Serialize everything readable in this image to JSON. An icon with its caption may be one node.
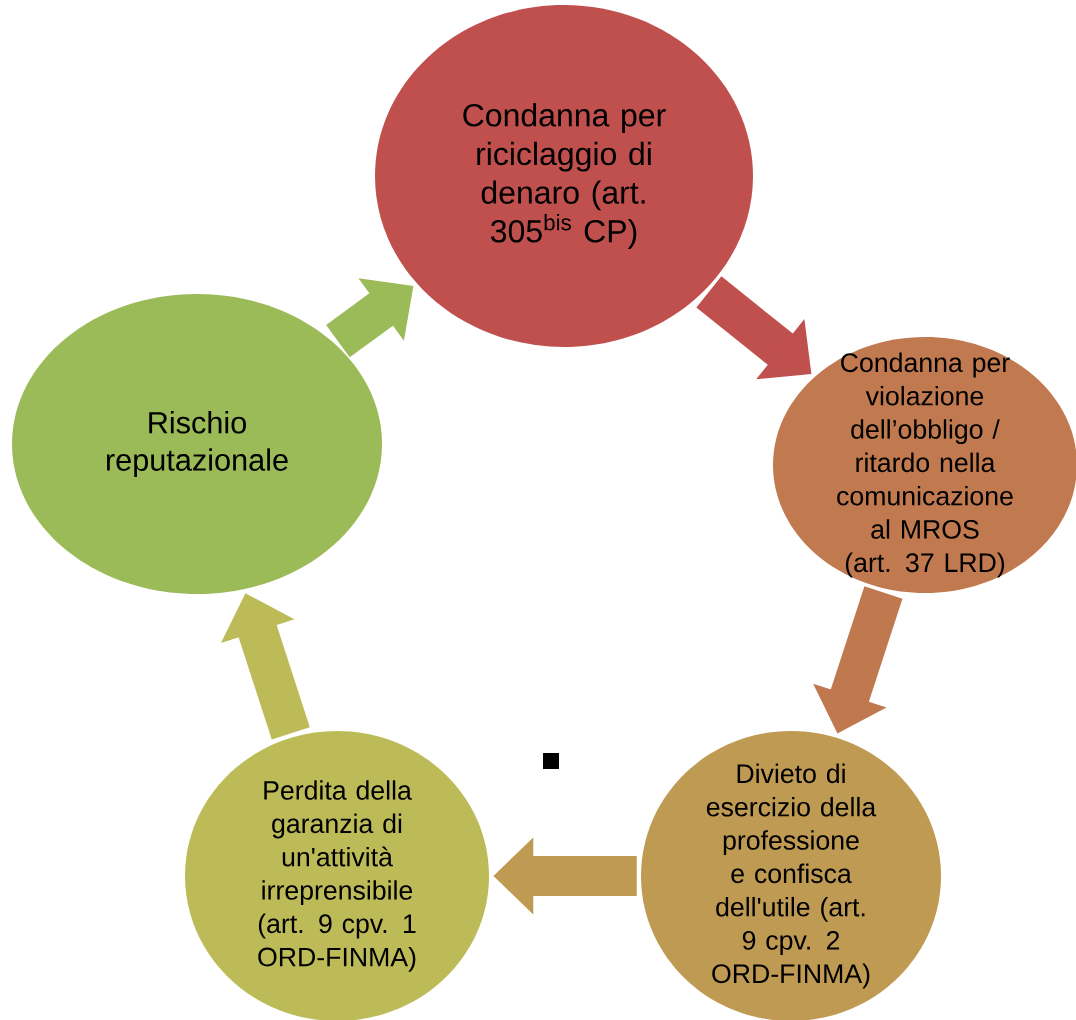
{
  "diagram": {
    "nodes": [
      {
        "text": [
          "Condanna per riciclaggio di denaro (art. 305$^{bis}$ CP)"
        ]
      },
      {
        "text": [
          "Condanna per violazione dell’obbligo / ritardo nella comunicazione al MROS (art. 37 LRD)"
        ]
      },
      {
        "text": [
          "Divieto di esercizio della professione e confisca dell'utile (art. 9 cpv. 2 ORD-FINMA)"
        ]
      },
      {
        "text": [
          "Perdita della garanzia di un'attività irreprensibile (art. 9 cpv. 1 ORD-FINMA)"
        ]
      },
      {
        "text": [
          "Rischio reputazionale"
        ]
      }
    ],
    "edges": [
      {
        "from": 0,
        "to": 1,
        "arrow": "to",
        "color": "#c0504d"
      },
      {
        "from": 1,
        "to": 2,
        "arrow": "to",
        "color": "#c0784f"
      },
      {
        "from": 2,
        "to": 3,
        "arrow": "to",
        "color": "#bf9a52"
      },
      {
        "from": 3,
        "to": 4,
        "arrow": "to",
        "color": "#bcbb58"
      },
      {
        "from": 4,
        "to": 0,
        "arrow": "to",
        "color": "#9bbb59"
      }
    ]
  }
}
